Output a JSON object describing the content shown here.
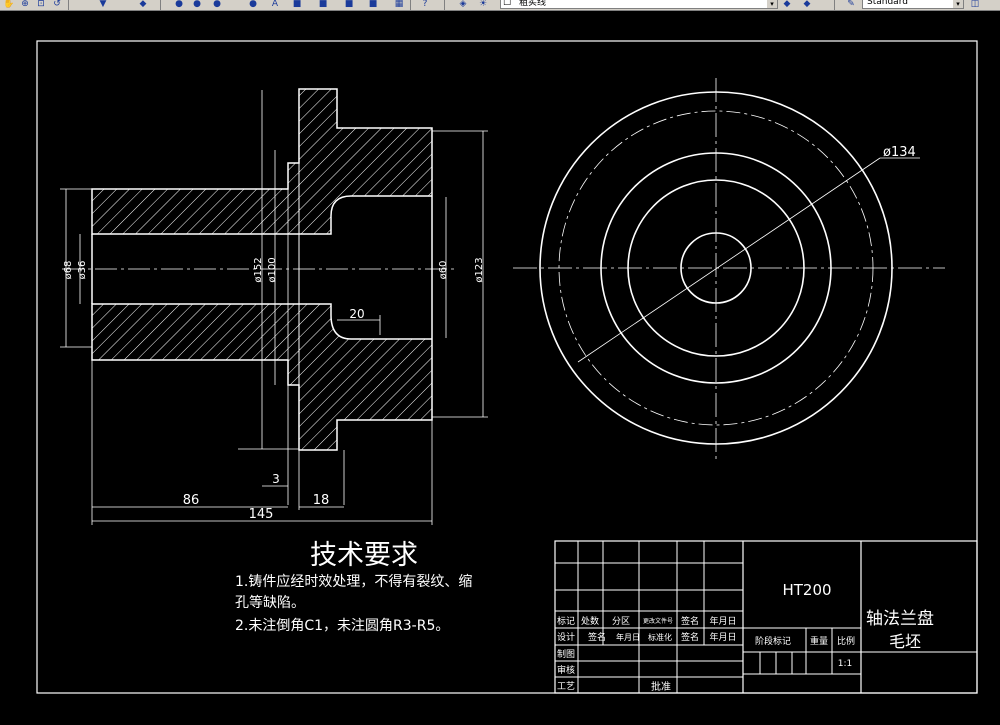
{
  "toolbar": {
    "layer_name": "粗实线",
    "text_style": "Standard",
    "icons": [
      "pan-icon",
      "zoom-realtime-icon",
      "zoom-window-icon",
      "zoom-previous-icon",
      "properties-icon",
      "design-center-icon",
      "tool-palette-icon",
      "sheet-set-icon",
      "markup-icon",
      "calculator-icon",
      "help-icon",
      "layer-manager-icon",
      "layer-state-icon",
      "layer-previous-icon",
      "text-style-icon",
      "dim-style-icon"
    ]
  },
  "drawing": {
    "front_view": {
      "dims": {
        "dia_outer_left": "ø68",
        "dia_bore": "ø36",
        "dia_152": "ø152",
        "dia_100": "ø100",
        "dia_60": "ø60",
        "dia_123": "ø123",
        "len_20": "20",
        "len_3": "3",
        "len_86": "86",
        "len_18": "18",
        "len_145": "145"
      }
    },
    "side_view": {
      "dia_label": "ø134"
    },
    "tech_req": {
      "title": "技术要求",
      "line1": "1.铸件应经时效处理，不得有裂纹、缩",
      "line2": "孔等缺陷。",
      "line3": "2.未注倒角C1，未注圆角R3-R5。"
    },
    "title_block": {
      "material": "HT200",
      "part_name_1": "轴法兰盘",
      "part_name_2": "毛坯",
      "scale": "1:1",
      "row_headers": [
        "标记",
        "处数",
        "分区",
        "更改文件号",
        "签名",
        "年月日"
      ],
      "row_design": [
        "设计",
        "签名",
        "年月日",
        "标准化",
        "签名",
        "年月日"
      ],
      "drawn": "制图",
      "checked": "审核",
      "process": "工艺",
      "approved": "批准",
      "stage_mark": "阶段标记",
      "weight": "重量",
      "ratio": "比例"
    }
  }
}
